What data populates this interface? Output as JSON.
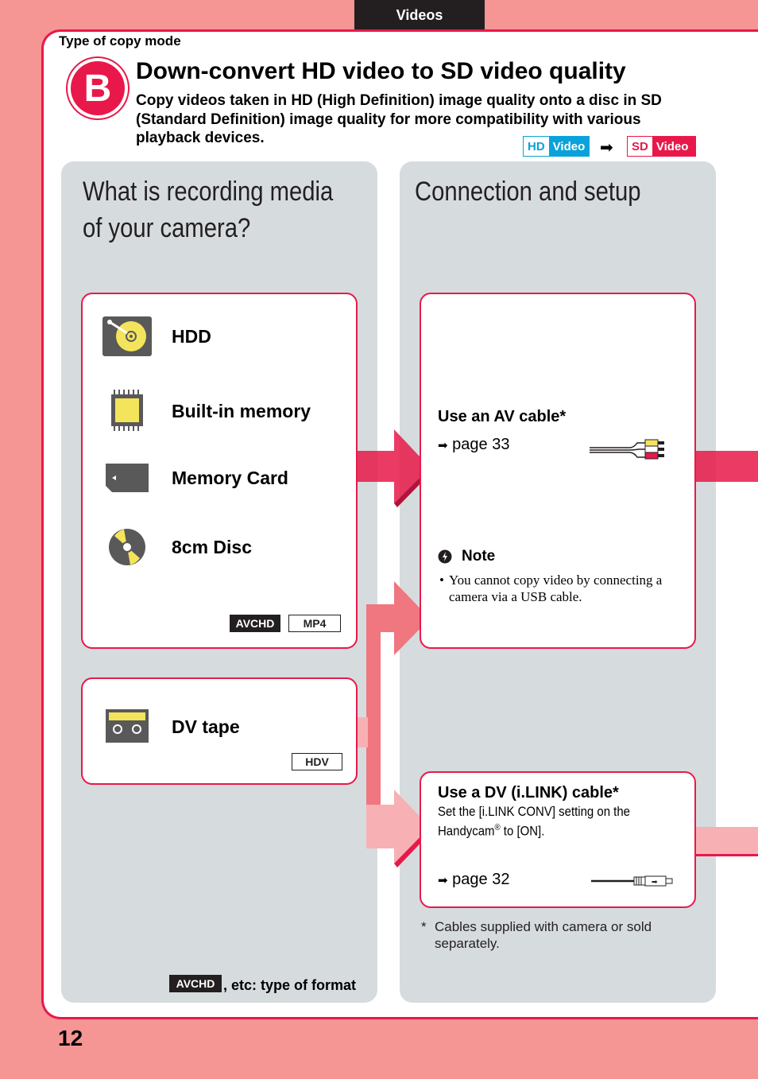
{
  "header": {
    "tab_label": "Videos",
    "copy_mode_label": "Type of copy mode"
  },
  "mode": {
    "badge": "B",
    "title": "Down-convert HD video to SD video quality",
    "description": "Copy videos taken in HD (High Definition) image quality onto a disc in SD (Standard Definition) image quality for more compatibility with various playback devices.",
    "from_chip": {
      "prefix": "HD",
      "label": "Video"
    },
    "to_chip": {
      "prefix": "SD",
      "label": "Video"
    }
  },
  "left": {
    "heading_line1": "What is recording media",
    "heading_line2": "of your camera?",
    "media": [
      {
        "label": "HDD",
        "icon": "hdd-icon"
      },
      {
        "label": "Built-in memory",
        "icon": "memory-chip-icon"
      },
      {
        "label": "Memory Card",
        "icon": "memory-card-icon"
      },
      {
        "label": "8cm Disc",
        "icon": "disc-icon"
      }
    ],
    "formats": [
      "AVCHD",
      "MP4"
    ],
    "tape": {
      "label": "DV tape",
      "icon": "tape-icon",
      "format": "HDV"
    },
    "legend_tag": "AVCHD",
    "legend_text": ", etc: type of format"
  },
  "right": {
    "heading": "Connection and setup",
    "av": {
      "title": "Use an AV cable*",
      "page": "page 33"
    },
    "note": {
      "title": "Note",
      "text": "You cannot copy video by connecting a camera via a USB cable."
    },
    "dv": {
      "title": "Use a DV (i.LINK) cable*",
      "text_line1": "Set the [i.LINK CONV] setting on the",
      "text_line2a": "Handycam",
      "text_line2sup": "®",
      "text_line2b": " to [ON].",
      "page": "page 32"
    },
    "footnote_mark": "*",
    "footnote": "Cables supplied with camera or sold separately."
  },
  "page_number": "12",
  "colors": {
    "accent": "#e8194a",
    "pink_bg": "#f59594",
    "gray_col": "#d6dbde",
    "hd_blue": "#0aa2da"
  }
}
